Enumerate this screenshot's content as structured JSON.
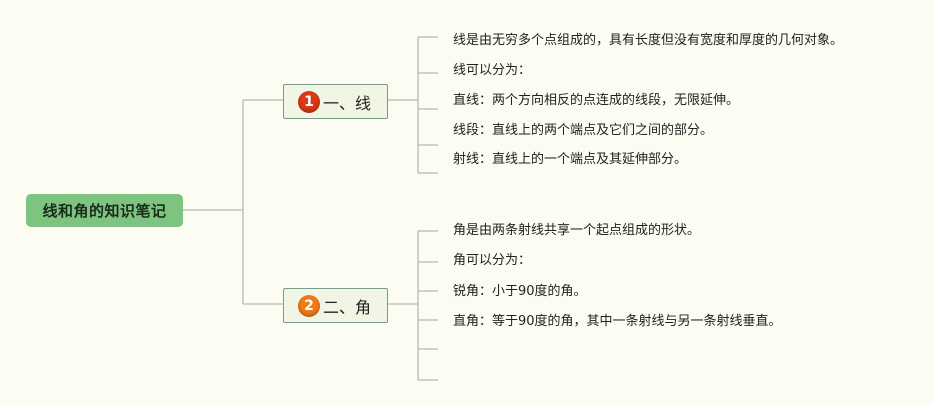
{
  "root": {
    "label": "线和角的知识笔记"
  },
  "branches": [
    {
      "badge": "1",
      "badge_color": "#d83a14",
      "label": "一、线",
      "leaves": [
        "线是由无穷多个点组成的，具有长度但没有宽度和厚度的几何对象。",
        "线可以分为：",
        "直线：两个方向相反的点连成的线段，无限延伸。",
        "线段：直线上的两个端点及它们之间的部分。",
        "射线：直线上的一个端点及其延伸部分。"
      ]
    },
    {
      "badge": "2",
      "badge_color": "#ee7a1a",
      "label": "二、角",
      "leaves": [
        "角是由两条射线共享一个起点组成的形状。",
        "角可以分为：",
        "锐角：小于90度的角。",
        "直角：等于90度的角，其中一条射线与另一条射线垂直。",
        "",
        ""
      ]
    }
  ],
  "colors": {
    "background": "#fcfcf2",
    "root_fill": "#7cc47f",
    "branch_fill": "#f1f6e4",
    "branch_border": "#7a9a8c",
    "connector": "#b9b9ad"
  }
}
